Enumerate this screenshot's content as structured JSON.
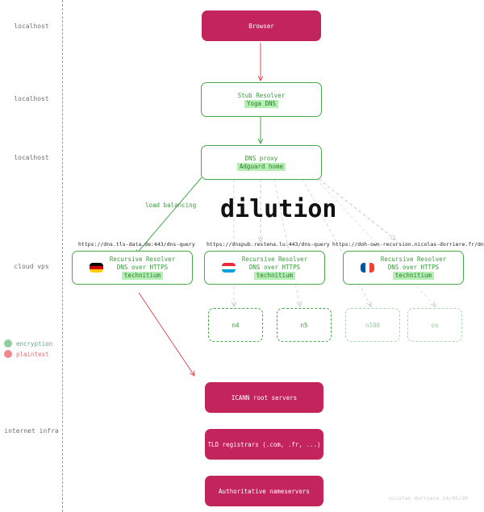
{
  "layers": {
    "localhost_1": "localhost",
    "localhost_2": "localhost",
    "localhost_3": "localhost",
    "cloud": "cloud vps",
    "infra": "internet infra"
  },
  "nodes": {
    "browser": "Browser",
    "stub": {
      "title": "Stub Resolver",
      "tag": "Yoga DNS"
    },
    "proxy": {
      "title": "DNS proxy",
      "tag": "Adguard home"
    },
    "resolver_line1": "Recursive Resolver",
    "resolver_line2": "DNS over HTTPS",
    "resolver_tag": "technitium",
    "icann": "ICANN root servers",
    "tld": "TLD registrars (.com, .fr, ...)",
    "auth": "Authoritative nameservers"
  },
  "urls": {
    "de": "https://dns.tls-data.de:443/dns-query",
    "lu": "https://dnspub.restena.lu:443/dns-query",
    "fr": "https://doh-own-recursion.nicolas-dorriere.fr/dns-query"
  },
  "extra_nodes": [
    "n4",
    "n5",
    "n100",
    "oo"
  ],
  "edge_label": "load balancing",
  "watermark": "dilution",
  "legend": {
    "encryption": "encryption",
    "plaintext": "plaintext",
    "encryption_color": "#8fcf9f",
    "plaintext_color": "#ef8a8a"
  },
  "colors": {
    "pink": "#c4245c",
    "green": "#4aa84a",
    "red_arrow": "#d9534f"
  },
  "signature": "nicolas dorriere 14/05/20"
}
